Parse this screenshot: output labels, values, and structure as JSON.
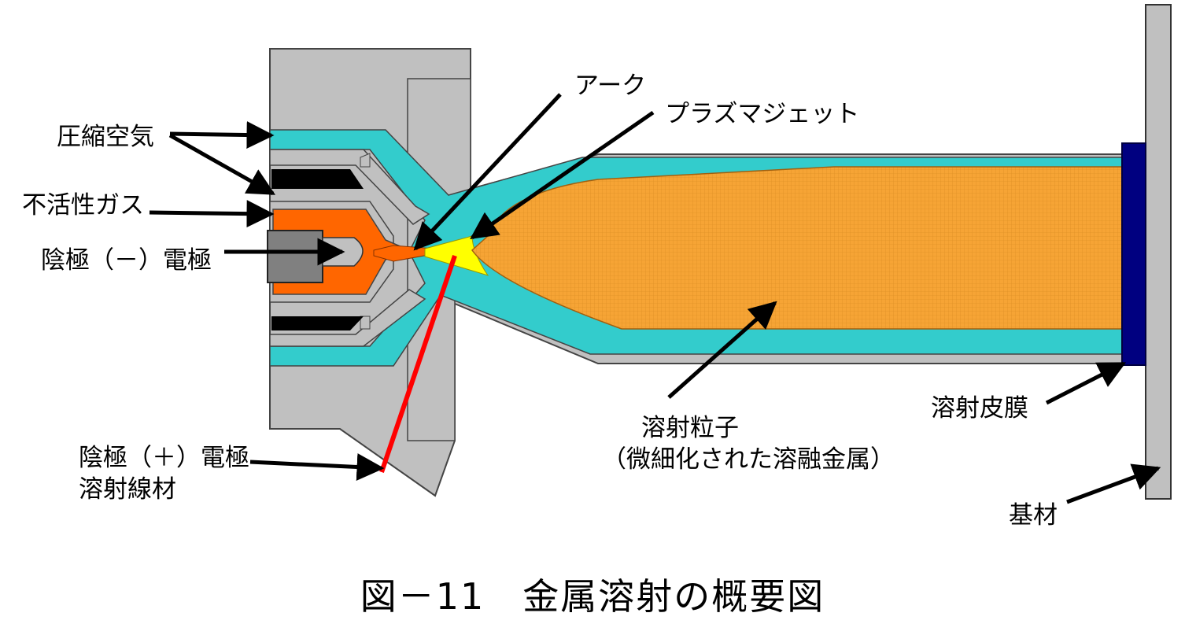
{
  "labels": {
    "arc": "アーク",
    "plasma_jet": "プラズマジェット",
    "compressed_air": "圧縮空気",
    "inert_gas": "不活性ガス",
    "cathode": "陰極（－）電極",
    "anode_line1": "陰極（＋）電極",
    "anode_line2": "溶射線材",
    "particles_line1": "溶射粒子",
    "particles_line2": "（微細化された溶融金属）",
    "coating": "溶射皮膜",
    "substrate": "基材"
  },
  "caption": "図－11　金属溶射の概要図",
  "colors": {
    "gun_body": "#c0c0c0",
    "air_channel": "#33cccc",
    "cathode_chamber": "#ff6600",
    "electrode": "#808080",
    "insulator": "#000000",
    "arc": "#ff6600",
    "plasma": "#ffff00",
    "spray": "#f6a435",
    "coating": "#000080",
    "substrate": "#c0c0c0",
    "wire": "#ff0000"
  }
}
